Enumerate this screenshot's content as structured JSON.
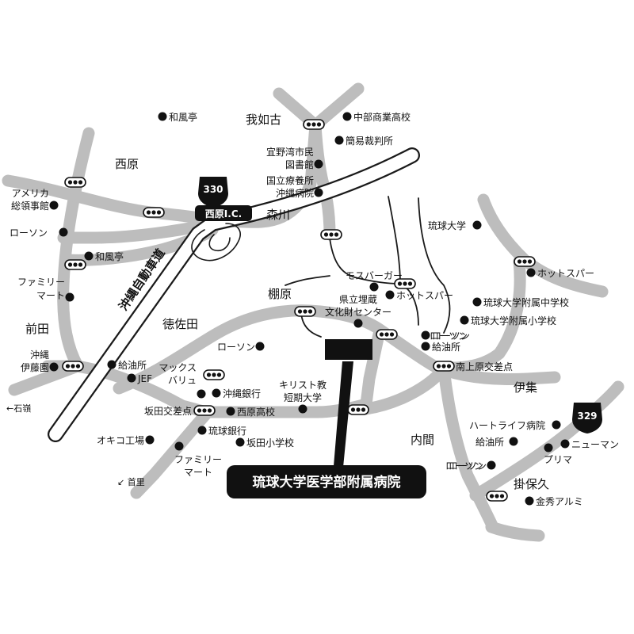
{
  "areas": [
    "我如古",
    "西原",
    "森川",
    "棚原",
    "徳佐田",
    "前田",
    "伊集",
    "内間",
    "掛保久"
  ],
  "highway": "沖縄自動車道",
  "interchange": "西原I.C.",
  "routes": [
    "330",
    "329"
  ],
  "destinations": [
    "←石嶺",
    "↙ 首里"
  ],
  "pois_right": [
    "和風亭",
    "中部商業高校",
    "簡易裁判所",
    "ローソン",
    "和風亭",
    "ホットスパー",
    "琉球大学",
    "ホットスパー",
    "琉球大学附属中学校",
    "琉球大学附属小学校",
    "ローソン",
    "給油所",
    "南上原交差点",
    "沖縄銀行",
    "西原高校",
    "琉球銀行",
    "坂田小学校",
    "ハートライフ病院",
    "ニューマン",
    "給油所",
    "プリマ",
    "金秀アルミ",
    "ローソン",
    "給油所",
    "JEF"
  ],
  "pois_left": [
    "宜野湾市民",
    "図書館",
    "国立療養所",
    "沖縄病院",
    "アメリカ",
    "総領事館",
    "ファミリー",
    "マート",
    "沖縄",
    "伊藤園",
    "マックス",
    "バリュ",
    "坂田交差点",
    "オキコ工場",
    "ローソン",
    "ローソン",
    "ローソン"
  ],
  "pois_center": [
    "モスバーガー",
    "県立埋蔵",
    "文化財センター",
    "キリスト教",
    "短期大学",
    "ファミリー",
    "マート"
  ],
  "destination_title": "琉球大学医学部附属病院"
}
